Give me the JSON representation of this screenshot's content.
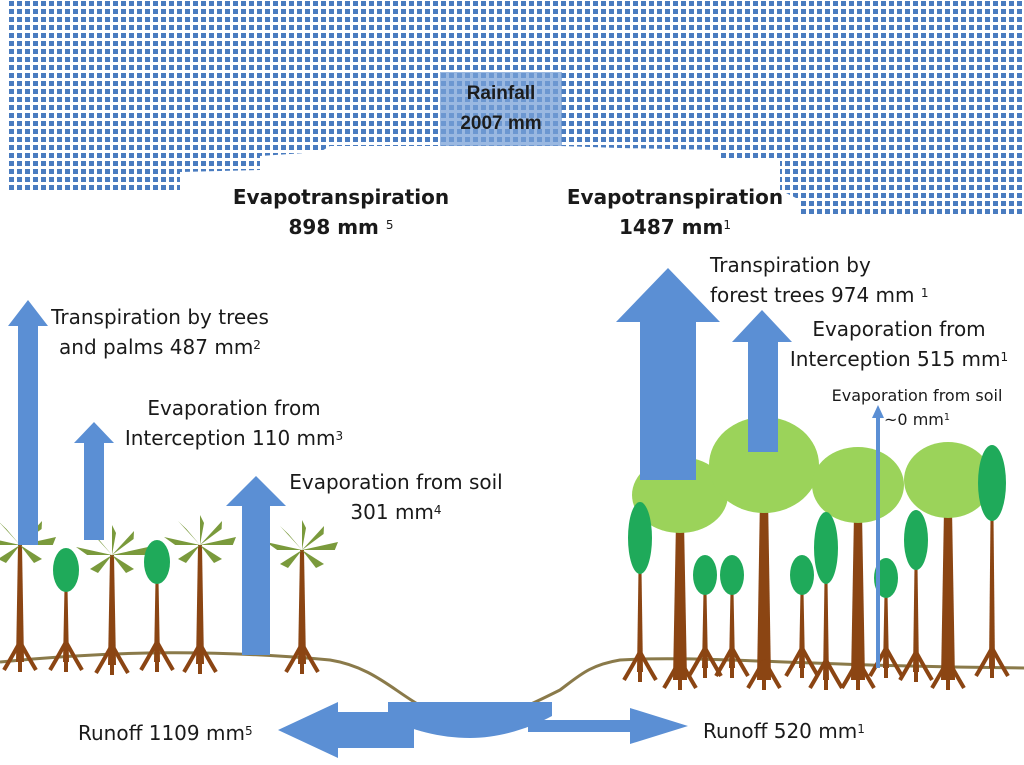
{
  "colors": {
    "rain": "#4a7cc0",
    "arrow": "#5b8fd4",
    "canopy": "#9bd35a",
    "leaf_dark": "#1faa5a",
    "trunk": "#8b4513",
    "palm_leaf": "#7a9a3c",
    "ground": "#8a7a4a",
    "water": "#5b8fd4"
  },
  "rainfall": {
    "label": "Rainfall",
    "value": "2007 mm"
  },
  "left": {
    "et_title": "Evapotranspiration",
    "et_value": "898 mm",
    "et_sup": "5",
    "transpiration_line1": "Transpiration by trees",
    "transpiration_line2": "and palms 487 mm",
    "transpiration_sup": "2",
    "interception_line1": "Evaporation from",
    "interception_line2": "Interception 110 mm",
    "interception_sup": "3",
    "soil_line1": "Evaporation from soil",
    "soil_line2": "301 mm",
    "soil_sup": "4",
    "runoff": "Runoff 1109 mm",
    "runoff_sup": "5"
  },
  "right": {
    "et_title": "Evapotranspiration",
    "et_value": "1487 mm",
    "et_sup": "1",
    "transpiration_line1": "Transpiration by",
    "transpiration_line2": "forest trees 974 mm",
    "transpiration_sup": "1",
    "interception_line1": "Evaporation from",
    "interception_line2": "Interception 515 mm",
    "interception_sup": "1",
    "soil_line1": "Evaporation from soil",
    "soil_line2": "~0 mm",
    "soil_sup": "1",
    "runoff": "Runoff 520 mm",
    "runoff_sup": "1"
  }
}
